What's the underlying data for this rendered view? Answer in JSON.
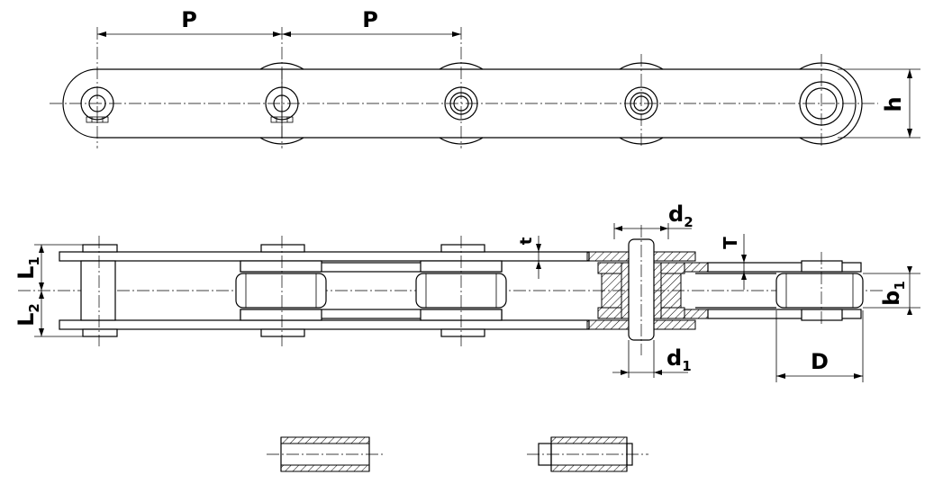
{
  "labels": {
    "pitch_1": "P",
    "pitch_2": "P",
    "height": "h",
    "plate_thickness_outer": "t",
    "plate_thickness_inner": "T",
    "l1_main": "L",
    "l1_sub": "1",
    "l2_main": "L",
    "l2_sub": "2",
    "d2_main": "d",
    "d2_sub": "2",
    "d1_main": "d",
    "d1_sub": "1",
    "b1_main": "b",
    "b1_sub": "1",
    "roller_diameter": "D"
  }
}
